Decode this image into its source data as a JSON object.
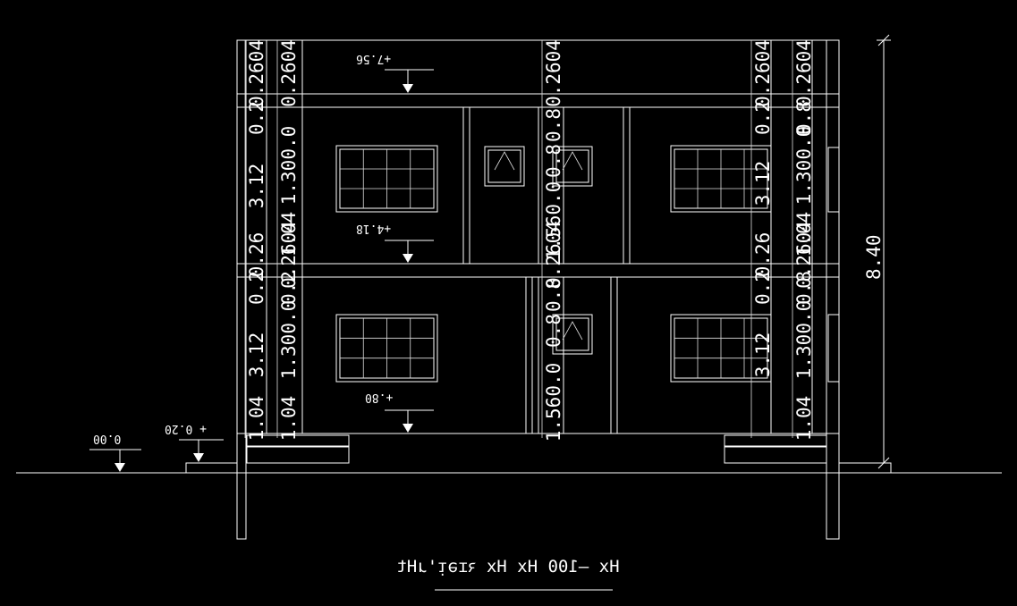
{
  "drawing": {
    "level_marks": {
      "top_roof": "+7.56",
      "first_floor": "+4.18",
      "ground_floor": "+.80",
      "plinth": "+ 0.20",
      "ground": "0.00"
    },
    "overall_height": "8.40",
    "left_dims": [
      "0.2604",
      "0.2",
      "3.12",
      "0.26",
      "0.2",
      "3.12",
      "1.04"
    ],
    "left_inner_dims": [
      "0.2604",
      "1.300.0",
      "1.04",
      "0.2604",
      "0.2",
      "1.300.0",
      "1.04"
    ],
    "center_dims": [
      "0.2604",
      "0.8",
      "0.8",
      "1.560.0",
      "0.2604",
      "0.8",
      "0.8",
      "1.560.0"
    ],
    "right_dims": [
      "0.2604",
      "0.2",
      "3.12",
      "0.26",
      "0.2",
      "3.12"
    ],
    "right_inner_dims": [
      "0.2604",
      "0.8",
      "1.300.0",
      "1.04",
      "0.2604",
      "0.8",
      "1.300.0",
      "1.04"
    ],
    "section_title": "Hx  —100  Hx  Hx  ꝛɪǝᴉ'ɹHt",
    "colors": {
      "background": "#000000",
      "line": "#ffffff"
    }
  }
}
